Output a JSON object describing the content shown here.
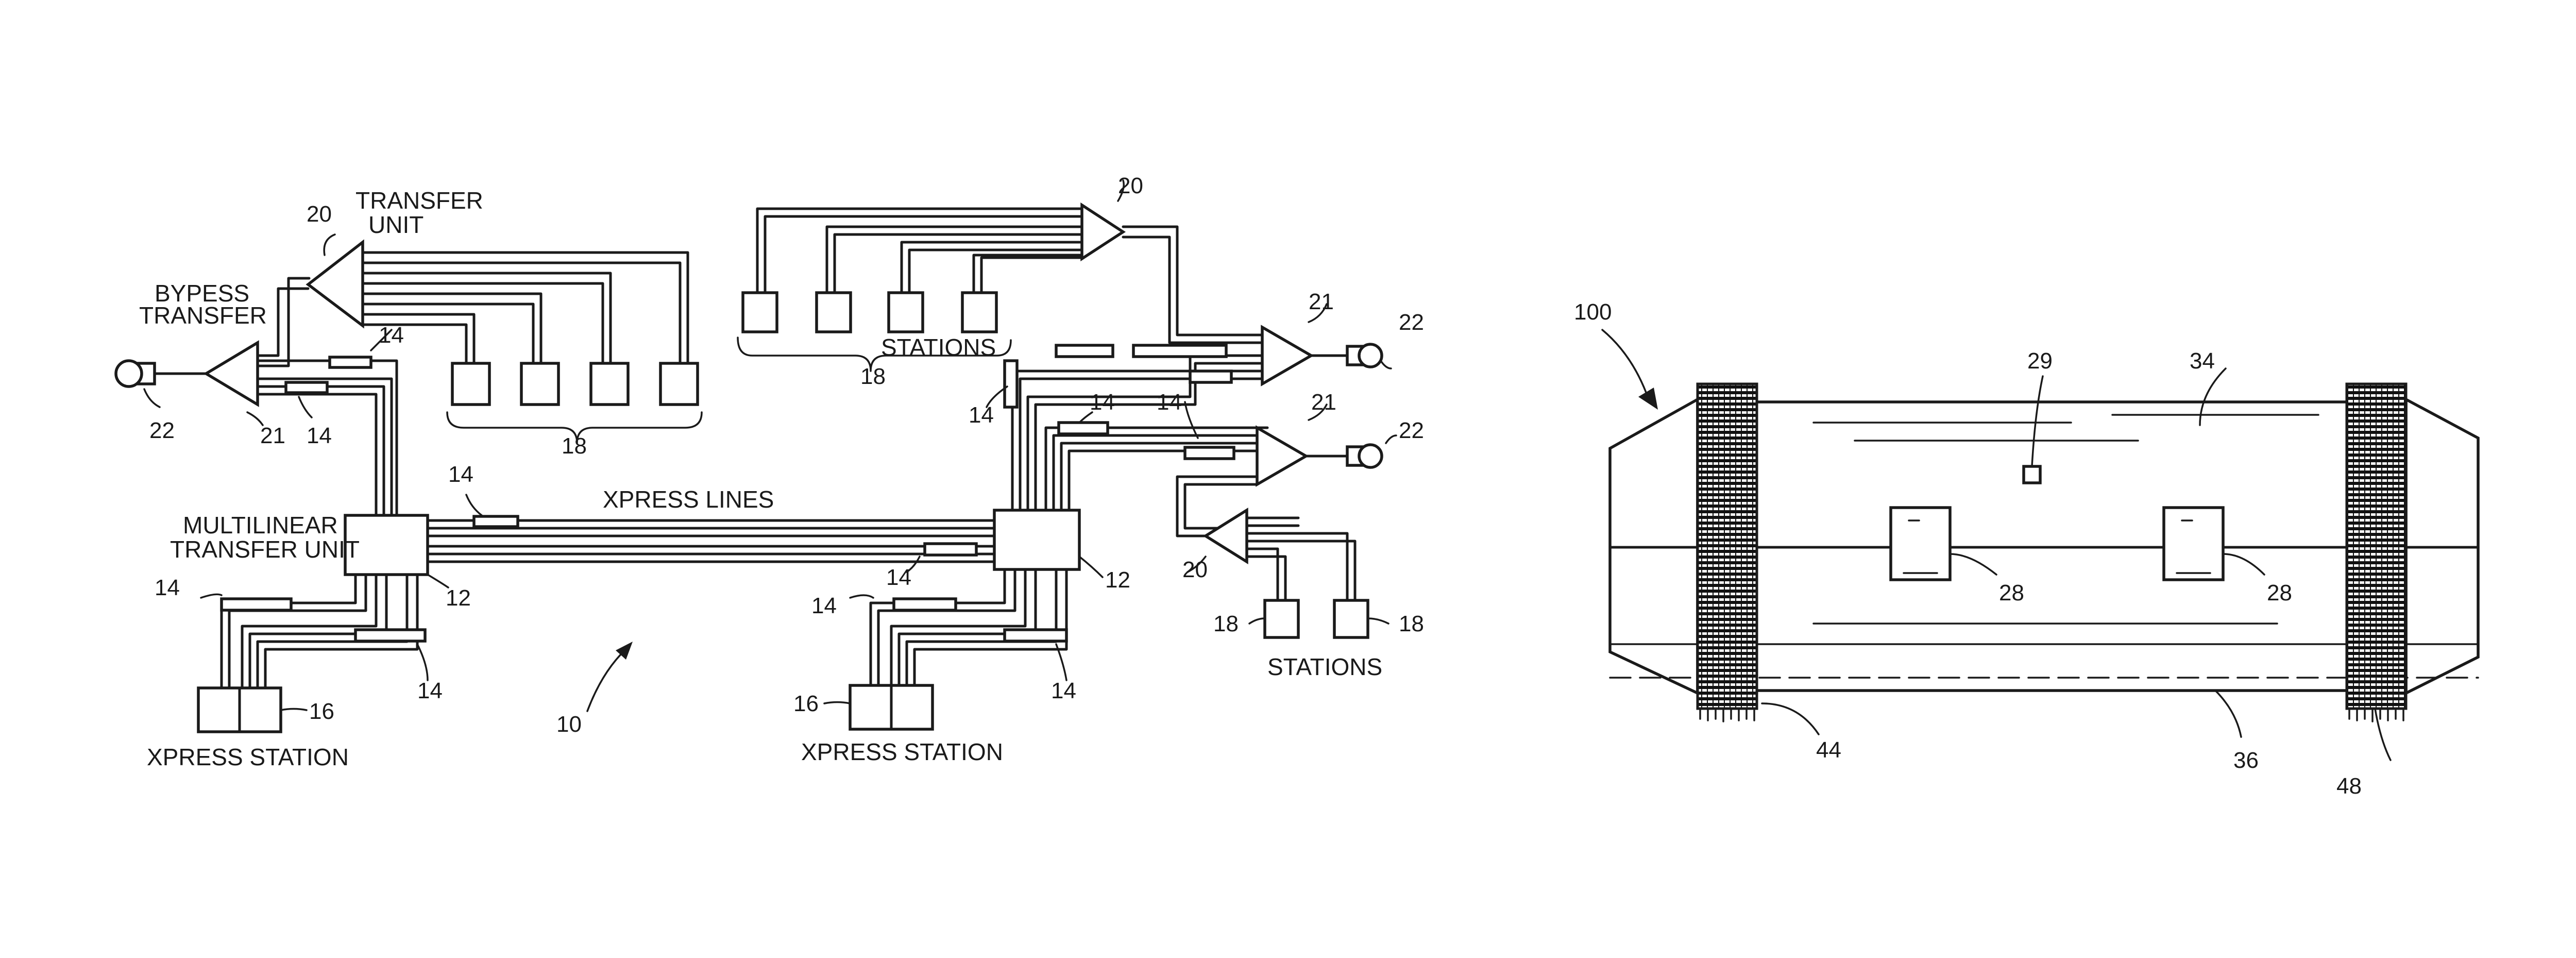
{
  "labels": {
    "transfer_unit_1": "TRANSFER",
    "transfer_unit_2": "UNIT",
    "bypass_1": "BYPESS",
    "bypass_2": "TRANSFER",
    "multilinear_1": "MULTILINEAR",
    "multilinear_2": "TRANSFER UNIT",
    "xpress_lines": "XPRESS LINES",
    "stations_top": "STATIONS",
    "stations_right": "STATIONS",
    "xpress_station_left": "XPRESS STATION",
    "xpress_station_right": "XPRESS STATION"
  },
  "refs": {
    "r20a": "20",
    "r20b": "20",
    "r20c": "20",
    "r21a": "21",
    "r21b": "21",
    "r21c": "21",
    "r22a": "22",
    "r22b": "22",
    "r22c": "22",
    "r14a": "14",
    "r14b": "14",
    "r14c": "14",
    "r14d": "14",
    "r14e": "14",
    "r14f": "14",
    "r14g": "14",
    "r14h": "14",
    "r14i": "14",
    "r14j": "14",
    "r14k": "14",
    "r18a": "18",
    "r18b": "18",
    "r18c": "18",
    "r18d": "18",
    "r12a": "12",
    "r12b": "12",
    "r16a": "16",
    "r16b": "16",
    "r10": "10",
    "r100": "100",
    "r34": "34",
    "r29": "29",
    "r28a": "28",
    "r28b": "28",
    "r44": "44",
    "r36": "36",
    "r48": "48"
  }
}
